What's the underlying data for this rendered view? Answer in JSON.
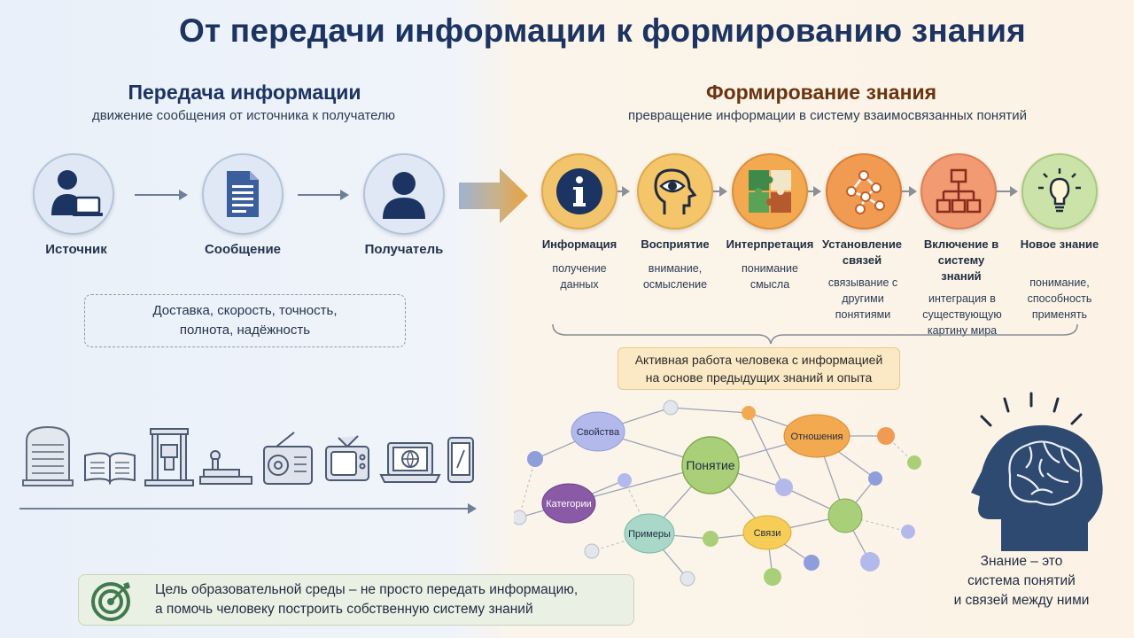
{
  "title": "От передачи информации к формированию знания",
  "left": {
    "title": "Передача информации",
    "subtitle": "движение сообщения от источника к получателю",
    "items": [
      {
        "label": "Источник",
        "icon": "person-laptop-icon"
      },
      {
        "label": "Сообщение",
        "icon": "document-icon"
      },
      {
        "label": "Получатель",
        "icon": "person-icon"
      }
    ],
    "properties_line1": "Доставка, скорость, точность,",
    "properties_line2": "полнота, надёжность",
    "media_icons": [
      "stone-tablet-icon",
      "book-icon",
      "printing-press-icon",
      "telegraph-icon",
      "radio-icon",
      "tv-icon",
      "laptop-icon",
      "smartphone-icon"
    ]
  },
  "right": {
    "title": "Формирование знания",
    "subtitle": "превращение информации в систему взаимосвязанных понятий",
    "steps": [
      {
        "title": "Информация",
        "desc": "получение данных",
        "icon": "info-icon",
        "color": "#f2c46b"
      },
      {
        "title": "Восприятие",
        "desc": "внимание, осмысление",
        "icon": "head-eye-icon",
        "color": "#f5c56a"
      },
      {
        "title": "Интерпретация",
        "desc": "понимание смысла",
        "icon": "puzzle-icon",
        "color": "#f3a94f"
      },
      {
        "title": "Установление связей",
        "desc": "связывание с другими понятиями",
        "icon": "network-icon",
        "color": "#f19a52"
      },
      {
        "title": "Включение в систему знаний",
        "desc": "интеграция в существующую картину мира",
        "icon": "hierarchy-icon",
        "color": "#f29a71"
      },
      {
        "title": "Новое знание",
        "desc": "понимание, способность применять",
        "icon": "lightbulb-icon",
        "color": "#cbe3a8"
      }
    ],
    "active_line1": "Активная работа человека с информацией",
    "active_line2": "на основе предыдущих знаний и опыта",
    "graph_labels": {
      "center": "Понятие",
      "properties": "Свойства",
      "relations": "Отношения",
      "categories": "Категории",
      "examples": "Примеры",
      "links": "Связи"
    },
    "knowledge_line1": "Знание – это",
    "knowledge_line2": "система понятий",
    "knowledge_line3": "и связей между ними"
  },
  "goal_line1": "Цель образовательной среды – не просто передать информацию,",
  "goal_line2": "а помочь человеку построить собственную систему знаний"
}
